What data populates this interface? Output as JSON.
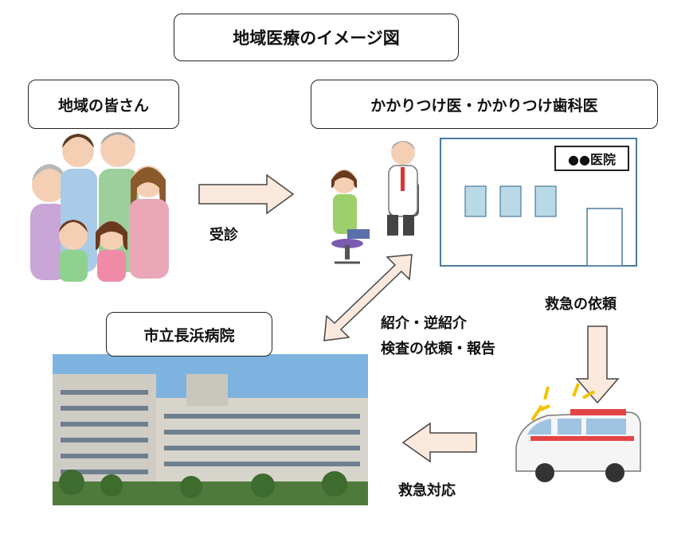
{
  "title": "地域医療のイメージ図",
  "residents_label": "地域の皆さん",
  "doctors_label": "かかりつけ医・かかりつけ歯科医",
  "hospital_label": "市立長浜病院",
  "clinic_sign": "●●医院",
  "consult_label": "受診",
  "referral_line1": "紹介・逆紹介",
  "referral_line2": "検査の依頼・報告",
  "emergency_request_label": "救急の依頼",
  "emergency_response_label": "救急対応",
  "colors": {
    "arrow_fill": "#fbe9dd",
    "arrow_stroke": "#444444",
    "clinic_window": "#b9d9e6",
    "sky": "#7fb3df",
    "building": "#d7d4cc"
  }
}
